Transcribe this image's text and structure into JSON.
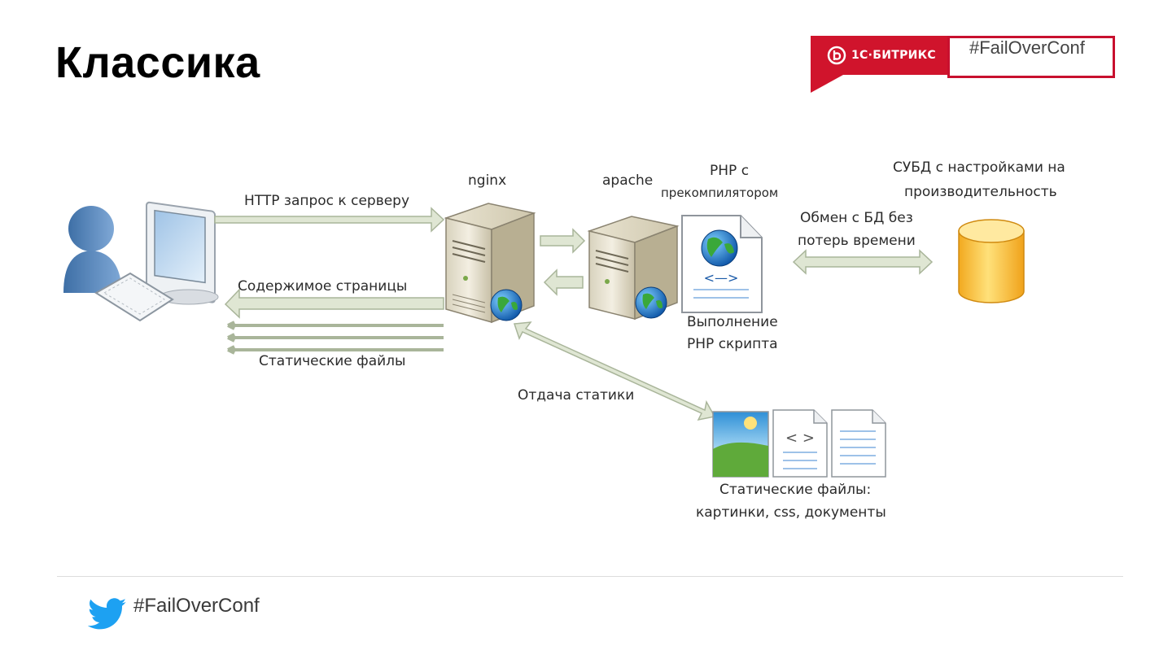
{
  "slide": {
    "title": "Классика"
  },
  "brand": {
    "logo_text": "1С·БИТРИКС",
    "hashtag": "#FailOverConf"
  },
  "diagram": {
    "http_request": "HTTP запрос к серверу",
    "page_content": "Содержимое страницы",
    "static_files": "Статические файлы",
    "nginx": "nginx",
    "apache": "apache",
    "php_precompiler_1": "PHP с",
    "php_precompiler_2": "прекомпилятором",
    "php_exec_1": "Выполнение",
    "php_exec_2": "PHP скрипта",
    "db_exchange_1": "Обмен с БД без",
    "db_exchange_2": "потерь времени",
    "dbms_1": "СУБД с настройками на",
    "dbms_2": "производительность",
    "static_serving": "Отдача статики",
    "static_types_1": "Статические файлы:",
    "static_types_2": "картинки, css, документы",
    "code_glyph": "<—>",
    "code_glyph_2": "< >"
  },
  "footer": {
    "hashtag": "#FailOverConf"
  },
  "colors": {
    "brand_red": "#d0142c",
    "arrow_fill": "#dfe6d3",
    "arrow_stroke": "#a9b59a",
    "twitter_blue": "#1da1f2",
    "db_yellow": "#f7c338"
  }
}
